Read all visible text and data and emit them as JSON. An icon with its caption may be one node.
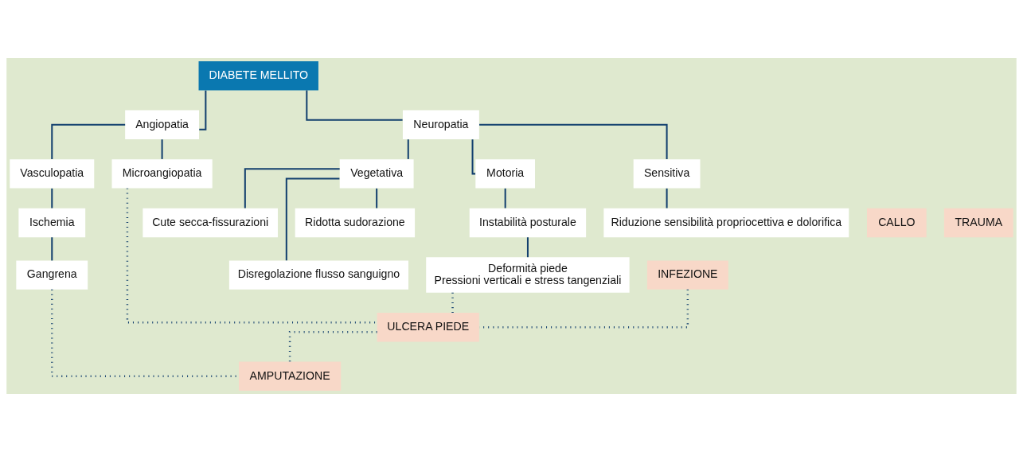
{
  "diagram": {
    "nodes": [
      {
        "text": [
          "DIABETE MELLITO"
        ]
      },
      {
        "text": [
          "Angiopatia"
        ]
      },
      {
        "text": [
          "Neuropatia"
        ]
      },
      {
        "text": [
          "Microangiopatia"
        ]
      },
      {
        "text": [
          "Vasculopatia"
        ]
      },
      {
        "text": [
          "Ischemia"
        ]
      },
      {
        "text": [
          "Gangrena"
        ]
      },
      {
        "text": [
          "Motoria"
        ]
      },
      {
        "text": [
          "Instabilità posturale"
        ]
      },
      {
        "text": [
          "Deformità piede",
          "Pressioni verticali e stress tangenziali"
        ]
      },
      {
        "text": [
          "Sensitiva"
        ]
      },
      {
        "text": [
          "Riduzione sensibilità propriocettiva e dolorifica"
        ]
      },
      {
        "text": [
          "Vegetativa"
        ]
      },
      {
        "text": [
          "Ridotta sudorazione"
        ]
      },
      {
        "text": [
          "Disregolazione flusso sanguigno"
        ]
      },
      {
        "text": [
          "Cute secca-fissurazioni"
        ]
      },
      {
        "text": [
          "CALLO"
        ]
      },
      {
        "text": [
          "TRAUMA"
        ]
      },
      {
        "text": [
          "INFEZIONE"
        ]
      },
      {
        "text": [
          "ULCERA PIEDE"
        ]
      },
      {
        "text": [
          "AMPUTAZIONE"
        ]
      }
    ],
    "edges": [
      {
        "from": 0,
        "to": 1,
        "arrow": "none"
      },
      {
        "from": 0,
        "to": 2,
        "arrow": "none"
      },
      {
        "from": 1,
        "to": 3,
        "arrow": "none"
      },
      {
        "from": 1,
        "to": 4,
        "arrow": "none"
      },
      {
        "from": 4,
        "to": 5,
        "arrow": "none"
      },
      {
        "from": 5,
        "to": 6,
        "arrow": "none"
      },
      {
        "from": 2,
        "to": 7,
        "arrow": "none"
      },
      {
        "from": 2,
        "to": 10,
        "arrow": "none"
      },
      {
        "from": 2,
        "to": 12,
        "arrow": "none"
      },
      {
        "from": 7,
        "to": 8,
        "arrow": "none"
      },
      {
        "from": 8,
        "to": 9,
        "arrow": "none"
      },
      {
        "from": 10,
        "to": 11,
        "arrow": "none"
      },
      {
        "from": 12,
        "to": 13,
        "arrow": "none"
      },
      {
        "from": 12,
        "to": 14,
        "arrow": "none"
      },
      {
        "from": 12,
        "to": 15,
        "arrow": "none"
      },
      {
        "from": 3,
        "to": 19,
        "arrow": "none",
        "style": "dashed"
      },
      {
        "from": 9,
        "to": 19,
        "arrow": "none",
        "style": "dashed"
      },
      {
        "from": 18,
        "to": 19,
        "arrow": "none",
        "style": "dashed"
      },
      {
        "from": 6,
        "to": 20,
        "arrow": "none",
        "style": "dashed"
      },
      {
        "from": 19,
        "to": 20,
        "arrow": "none",
        "style": "dashed"
      }
    ]
  }
}
